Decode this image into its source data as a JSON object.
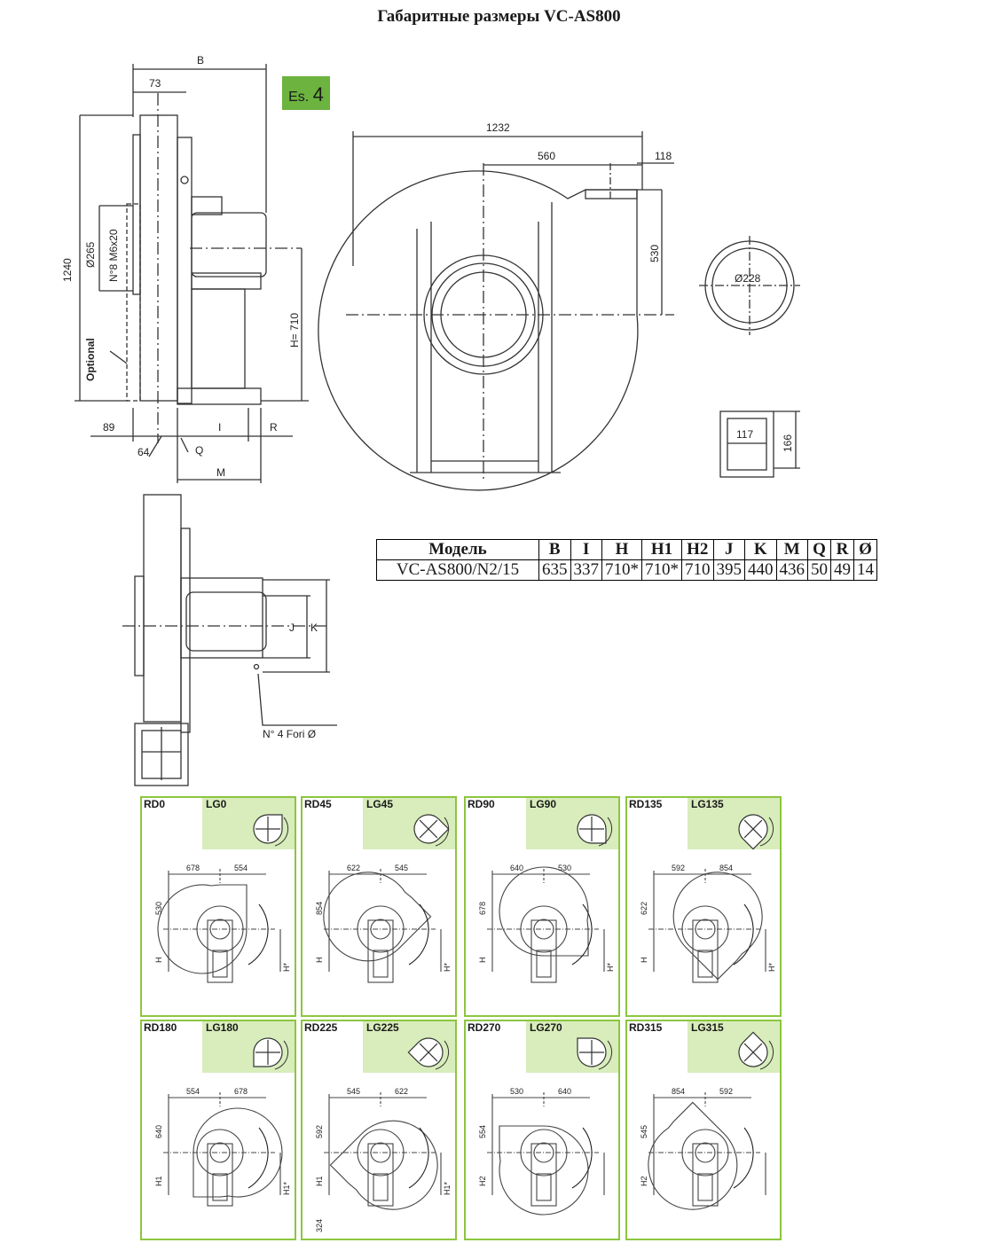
{
  "document": {
    "title": "Габаритные размеры VC-AS800",
    "badge": {
      "prefix": "Es.",
      "number": "4",
      "color": "#6cb33f"
    }
  },
  "side_view": {
    "dim_B": "B",
    "dim_73": "73",
    "dim_1240": "1240",
    "dim_265": "Ø265",
    "dim_bolts": "N°8 M6x20",
    "dim_H": "H= 710",
    "optional": "Optional",
    "dim_89": "89",
    "dim_64": "64",
    "dim_I": "I",
    "dim_R": "R",
    "dim_Q": "Q",
    "dim_M": "M"
  },
  "front_view": {
    "dim_1232": "1232",
    "dim_560": "560",
    "dim_118": "118",
    "dim_530": "530"
  },
  "inlet_detail": {
    "dim_228": "Ø228"
  },
  "outlet_detail": {
    "dim_117": "117",
    "dim_166": "166"
  },
  "top_view": {
    "dim_J": "J",
    "dim_K": "K",
    "holes": "N° 4 Fori Ø"
  },
  "spec_table": {
    "headers": [
      "Модель",
      "B",
      "I",
      "H",
      "H1",
      "H2",
      "J",
      "K",
      "M",
      "Q",
      "R",
      "Ø"
    ],
    "rows": [
      [
        "VC-AS800/N2/15",
        "635",
        "337",
        "710*",
        "710*",
        "710",
        "395",
        "440",
        "436",
        "50",
        "49",
        "14"
      ]
    ]
  },
  "orientations": [
    {
      "rd": "RD0",
      "lg": "LG0",
      "a": "678",
      "b": "554",
      "v": "530",
      "low": "H",
      "right": "H*"
    },
    {
      "rd": "RD45",
      "lg": "LG45",
      "a": "622",
      "b": "545",
      "v": "854",
      "low": "H",
      "right": "H*"
    },
    {
      "rd": "RD90",
      "lg": "LG90",
      "a": "640",
      "b": "530",
      "v": "678",
      "low": "H",
      "right": "H*"
    },
    {
      "rd": "RD135",
      "lg": "LG135",
      "a": "592",
      "b": "854",
      "v": "622",
      "low": "H",
      "right": "H*"
    },
    {
      "rd": "RD180",
      "lg": "LG180",
      "a": "554",
      "b": "678",
      "v": "640",
      "low": "H1",
      "right": "H1*"
    },
    {
      "rd": "RD225",
      "lg": "LG225",
      "a": "545",
      "b": "622",
      "v": "592",
      "low": "H1",
      "right": "H1*",
      "extra": "324"
    },
    {
      "rd": "RD270",
      "lg": "LG270",
      "a": "530",
      "b": "640",
      "v": "554",
      "low": "H2",
      "right": ""
    },
    {
      "rd": "RD315",
      "lg": "LG315",
      "a": "854",
      "b": "592",
      "v": "545",
      "low": "H2",
      "right": ""
    }
  ]
}
